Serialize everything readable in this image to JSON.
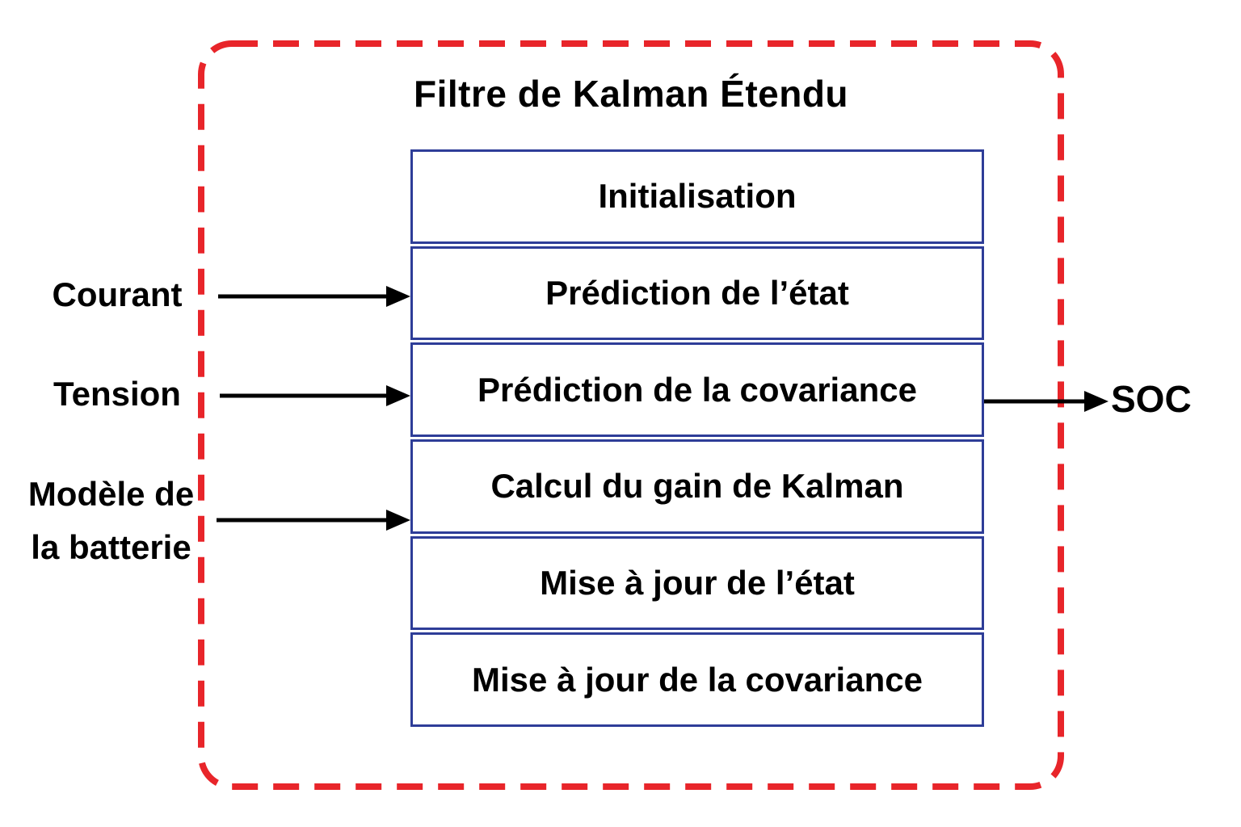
{
  "title": "Filtre de Kalman Étendu",
  "steps": [
    "Initialisation",
    "Prédiction de l’état",
    "Prédiction de la covariance",
    "Calcul du gain de Kalman",
    "Mise à jour de l’état",
    "Mise à jour de la covariance"
  ],
  "inputs": {
    "courant": "Courant",
    "tension": "Tension",
    "modele": "Modèle de la batterie"
  },
  "output": {
    "soc": "SOC"
  },
  "connections": [
    {
      "from": "Courant",
      "to": "Prédiction de l’état"
    },
    {
      "from": "Tension",
      "to": "Prédiction de la covariance"
    },
    {
      "from": "Modèle de la batterie",
      "to": "Calcul du gain de Kalman"
    },
    {
      "from": "Prédiction de la covariance",
      "to": "SOC"
    }
  ],
  "colors": {
    "frame": "#e8252a",
    "box": "#2e3d98",
    "arrow": "#000000",
    "text": "#000000",
    "bg": "#ffffff"
  }
}
